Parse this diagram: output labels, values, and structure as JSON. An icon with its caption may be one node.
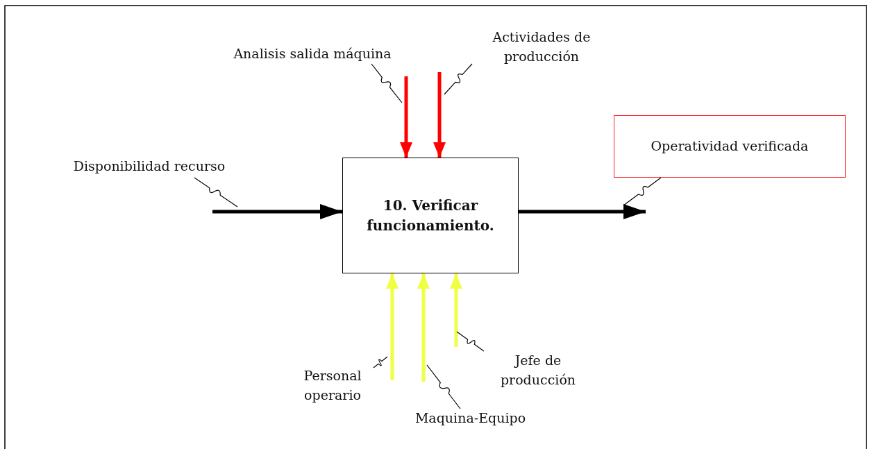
{
  "diagram": {
    "nodes": [
      {
        "text": [
          "10. Verificar funcionamiento."
        ]
      },
      {
        "text": [
          "Operatividad verificada"
        ]
      },
      {
        "text": [
          "Analisis salida máquina"
        ]
      },
      {
        "text": [
          "Actividades de producción"
        ]
      },
      {
        "text": [
          "Disponibilidad recurso"
        ]
      },
      {
        "text": [
          "Personal operario"
        ]
      },
      {
        "text": [
          "Maquina-Equipo"
        ]
      },
      {
        "text": [
          "Jefe de producción"
        ]
      }
    ],
    "edges": [
      {
        "from": null,
        "to": 0,
        "arrow": "to",
        "style": "thick",
        "color": "#ff0000"
      },
      {
        "from": null,
        "to": 0,
        "arrow": "to",
        "style": "thick",
        "color": "#ff0000"
      },
      {
        "from": null,
        "to": 0,
        "arrow": "to",
        "style": "thick",
        "color": "#000000"
      },
      {
        "from": 0,
        "to": null,
        "arrow": "to",
        "style": "thick",
        "color": "#000000"
      },
      {
        "from": null,
        "to": 0,
        "arrow": "to",
        "style": "thick",
        "color": "#eeff44"
      },
      {
        "from": null,
        "to": 0,
        "arrow": "to",
        "style": "thick",
        "color": "#eeff44"
      },
      {
        "from": null,
        "to": 0,
        "arrow": "to",
        "style": "thick",
        "color": "#eeff44"
      },
      {
        "from": 2,
        "to": null,
        "arrow": "none"
      },
      {
        "from": 3,
        "to": null,
        "arrow": "none"
      },
      {
        "from": 4,
        "to": null,
        "arrow": "none"
      },
      {
        "from": 1,
        "to": null,
        "arrow": "none"
      },
      {
        "from": 5,
        "to": null,
        "arrow": "none"
      },
      {
        "from": 6,
        "to": null,
        "arrow": "none"
      },
      {
        "from": 7,
        "to": null,
        "arrow": "none"
      }
    ]
  }
}
